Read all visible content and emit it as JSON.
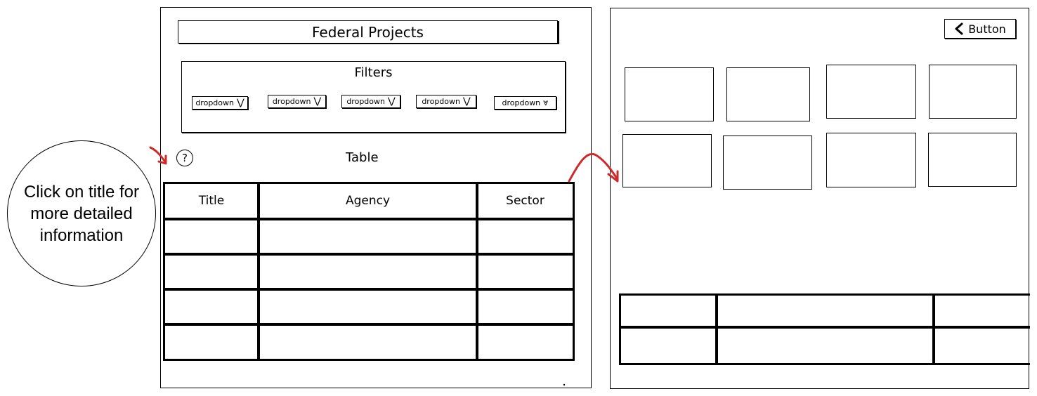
{
  "left_screen": {
    "header_title": "Federal Projects",
    "filters": {
      "label": "Filters",
      "dropdowns": [
        "dropdown",
        "dropdown",
        "dropdown",
        "dropdown",
        "dropdown"
      ]
    },
    "help_icon_glyph": "?",
    "table_label": "Table",
    "table": {
      "columns": [
        "Title",
        "Agency",
        "Sector"
      ],
      "rows": 4
    }
  },
  "callout": {
    "text": "Click on title for more detailed information"
  },
  "right_screen": {
    "back_button_label": "Button",
    "card_count": 8,
    "table_rows": 2
  },
  "colors": {
    "arrow": "#cc2b2b",
    "ink": "#000000",
    "background": "#ffffff"
  },
  "icons": [
    "help-icon",
    "chevron-left-icon",
    "chevron-down-icon",
    "arrow-annotation"
  ]
}
